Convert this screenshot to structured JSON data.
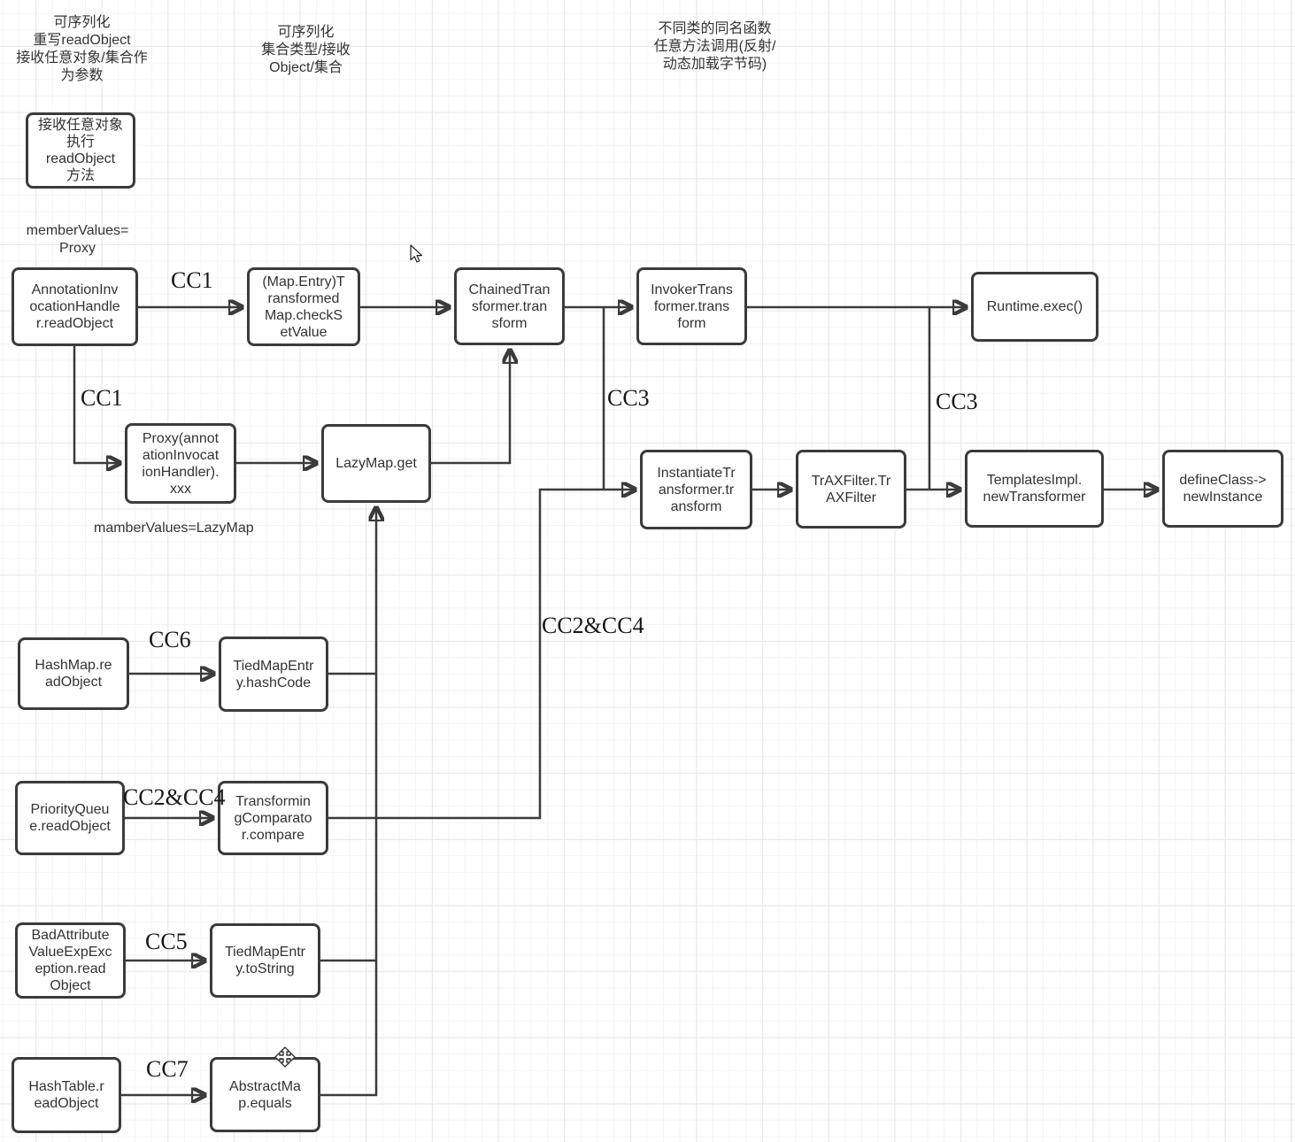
{
  "annotations": {
    "note_serializable_rewrite": "可序列化\n重写readObject\n接收任意对象/集合作\n为参数",
    "note_serializable_collection": "可序列化\n集合类型/接收\nObject/集合",
    "note_same_name_function": "不同类的同名函数\n任意方法调用(反射/\n动态加载字节码)",
    "note_member_values_proxy": "memberValues=\nProxy",
    "note_member_values_lazymap": "mamberValues=LazyMap"
  },
  "nodes": {
    "receive": {
      "label": "接收任意对象\n执行\nreadObject\n方法"
    },
    "aih": {
      "label": "AnnotationInv\nocationHandle\nr.readObject"
    },
    "tmap": {
      "label": "(Map.Entry)T\nransformed\nMap.checkS\netValue"
    },
    "chained": {
      "label": "ChainedTran\nsformer.tran\nsform"
    },
    "invoker": {
      "label": "InvokerTrans\nformer.trans\nform"
    },
    "runtime": {
      "label": "Runtime.exec()"
    },
    "proxy": {
      "label": "Proxy(annot\nationInvocat\nionHandler).\nxxx"
    },
    "lazymap": {
      "label": "LazyMap.get"
    },
    "instantiate": {
      "label": "InstantiateTr\nansformer.tr\nansform"
    },
    "traxfilter": {
      "label": "TrAXFilter.Tr\nAXFilter"
    },
    "templates": {
      "label": "TemplatesImpl.\nnewTransformer"
    },
    "defineclass": {
      "label": "defineClass->\nnewInstance"
    },
    "hashmap": {
      "label": "HashMap.re\nadObject"
    },
    "tiedhash": {
      "label": "TiedMapEntr\ny.hashCode"
    },
    "priorityqueue": {
      "label": "PriorityQueu\ne.readObject"
    },
    "transcomp": {
      "label": "Transformin\ngComparato\nr.compare"
    },
    "badattr": {
      "label": "BadAttribute\nValueExpExc\neption.read\nObject"
    },
    "tiedtostring": {
      "label": "TiedMapEntr\ny.toString"
    },
    "hashtable": {
      "label": "HashTable.r\neadObject"
    },
    "abstractmap": {
      "label": "AbstractMa\np.equals"
    }
  },
  "edges": [
    {
      "from": "AnnotationInvocationHandler.readObject",
      "to": "(Map.Entry)TransformedMap.checkSetValue",
      "label": "CC1"
    },
    {
      "from": "(Map.Entry)TransformedMap.checkSetValue",
      "to": "ChainedTransformer.transform",
      "label": ""
    },
    {
      "from": "ChainedTransformer.transform",
      "to": "InvokerTransformer.transform",
      "label": ""
    },
    {
      "from": "InvokerTransformer.transform",
      "to": "Runtime.exec()",
      "label": ""
    },
    {
      "from": "AnnotationInvocationHandler.readObject",
      "to": "Proxy(annotationInvocationHandler).xxx",
      "label": "CC1"
    },
    {
      "from": "Proxy(annotationInvocationHandler).xxx",
      "to": "LazyMap.get",
      "label": ""
    },
    {
      "from": "LazyMap.get",
      "to": "ChainedTransformer.transform",
      "label": ""
    },
    {
      "from": "ChainedTransformer.transform",
      "to": "InstantiateTransformer.transform",
      "label": "CC3"
    },
    {
      "from": "TransformingComparator.compare",
      "to": "InstantiateTransformer.transform",
      "label": "CC2&CC4"
    },
    {
      "from": "InstantiateTransformer.transform",
      "to": "TrAXFilter.TrAXFilter",
      "label": ""
    },
    {
      "from": "InvokerTransformer.transform",
      "to": "TemplatesImpl.newTransformer",
      "label": "CC3"
    },
    {
      "from": "TrAXFilter.TrAXFilter",
      "to": "TemplatesImpl.newTransformer",
      "label": ""
    },
    {
      "from": "TemplatesImpl.newTransformer",
      "to": "defineClass->newInstance",
      "label": ""
    },
    {
      "from": "HashMap.readObject",
      "to": "TiedMapEntry.hashCode",
      "label": "CC6"
    },
    {
      "from": "TiedMapEntry.hashCode",
      "to": "LazyMap.get",
      "label": ""
    },
    {
      "from": "PriorityQueue.readObject",
      "to": "TransformingComparator.compare",
      "label": "CC2&CC4"
    },
    {
      "from": "BadAttributeValueExpException.readObject",
      "to": "TiedMapEntry.toString",
      "label": "CC5"
    },
    {
      "from": "TiedMapEntry.toString",
      "to": "LazyMap.get",
      "label": ""
    },
    {
      "from": "HashTable.readObject",
      "to": "AbstractMap.equals",
      "label": "CC7"
    },
    {
      "from": "AbstractMap.equals",
      "to": "LazyMap.get",
      "label": ""
    }
  ],
  "colors": {
    "line": "#3b3b3b",
    "box_border": "#3b3b3b",
    "box_fill": "#ffffff",
    "text": "#333333"
  },
  "icons": {
    "mouse_cursor": "arrow-pointer",
    "move_cursor": "move-cross"
  }
}
